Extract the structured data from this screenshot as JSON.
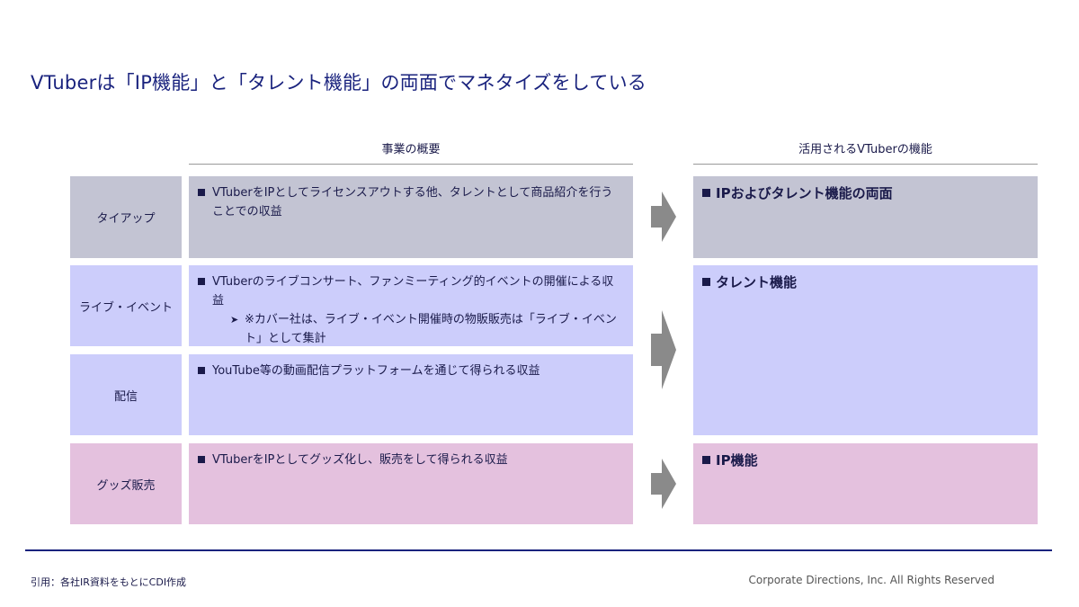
{
  "title": "VTuberは「IP機能」と「タレント機能」の両面でマネタイズをしている",
  "headers": {
    "business_overview": "事業の概要",
    "vtuber_function": "活用されるVTuberの機能"
  },
  "rows": [
    {
      "label": "タイアップ",
      "color": "#c3c4d3",
      "lines": [
        "VTuberをIPとしてライセンスアウトする他、タレントとして商品紹介を行うことでの収益"
      ],
      "sub": []
    },
    {
      "label": "ライブ・イベント",
      "color": "#cccdfb",
      "lines": [
        "VTuberのライブコンサート、ファンミーティング的イベントの開催による収益"
      ],
      "sub": [
        "※カバー社は、ライブ・イベント開催時の物販販売は「ライブ・イベント」として集計"
      ]
    },
    {
      "label": "配信",
      "color": "#cccdfb",
      "lines": [
        "YouTube等の動画配信プラットフォームを通じて得られる収益"
      ],
      "sub": []
    },
    {
      "label": "グッズ販売",
      "color": "#e4c1de",
      "lines": [
        "VTuberをIPとしてグッズ化し、販売をして得られる収益"
      ],
      "sub": []
    }
  ],
  "functions": [
    {
      "label": "IPおよびタレント機能の両面",
      "color": "#c3c4d3"
    },
    {
      "label": "タレント機能",
      "color": "#cccdfb"
    },
    {
      "label": "IP機能",
      "color": "#e4c1de"
    }
  ],
  "footer": {
    "source": "引用：各社IR資料をもとにCDI作成",
    "copyright": "Corporate Directions, Inc. All Rights Reserved"
  },
  "icons": {
    "bullet": "square-bullet-icon",
    "sub_bullet": "triangle-bullet-icon",
    "arrow": "right-arrow-icon"
  }
}
